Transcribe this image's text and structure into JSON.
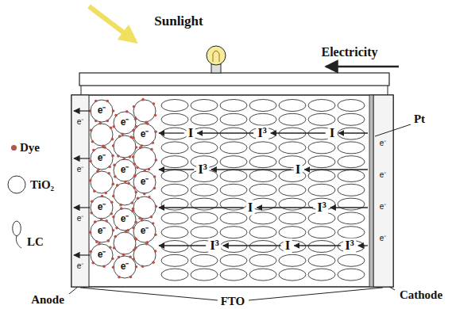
{
  "diagram": {
    "labels": [
      "Sunlight",
      "Electricity",
      "Pt",
      "Anode",
      "FTO",
      "Cathode",
      "I",
      "I³",
      "I",
      "I³",
      "I",
      "I",
      "I³",
      "I³",
      "I",
      "I³",
      "e⁻",
      "e⁻",
      "e⁻",
      "e⁻",
      "e⁻",
      "e⁻",
      "e⁻",
      "e⁻",
      "e⁻",
      "e⁻",
      "e⁻",
      "e⁻",
      "e⁻",
      "e⁻",
      "e⁻",
      "e⁻",
      "e⁻",
      "e⁻",
      "e⁻",
      "e⁻"
    ],
    "legend": [
      {
        "text": "Dye",
        "color": "#b5524a"
      },
      {
        "text": "TiO₂"
      },
      {
        "text": "LC"
      }
    ]
  }
}
